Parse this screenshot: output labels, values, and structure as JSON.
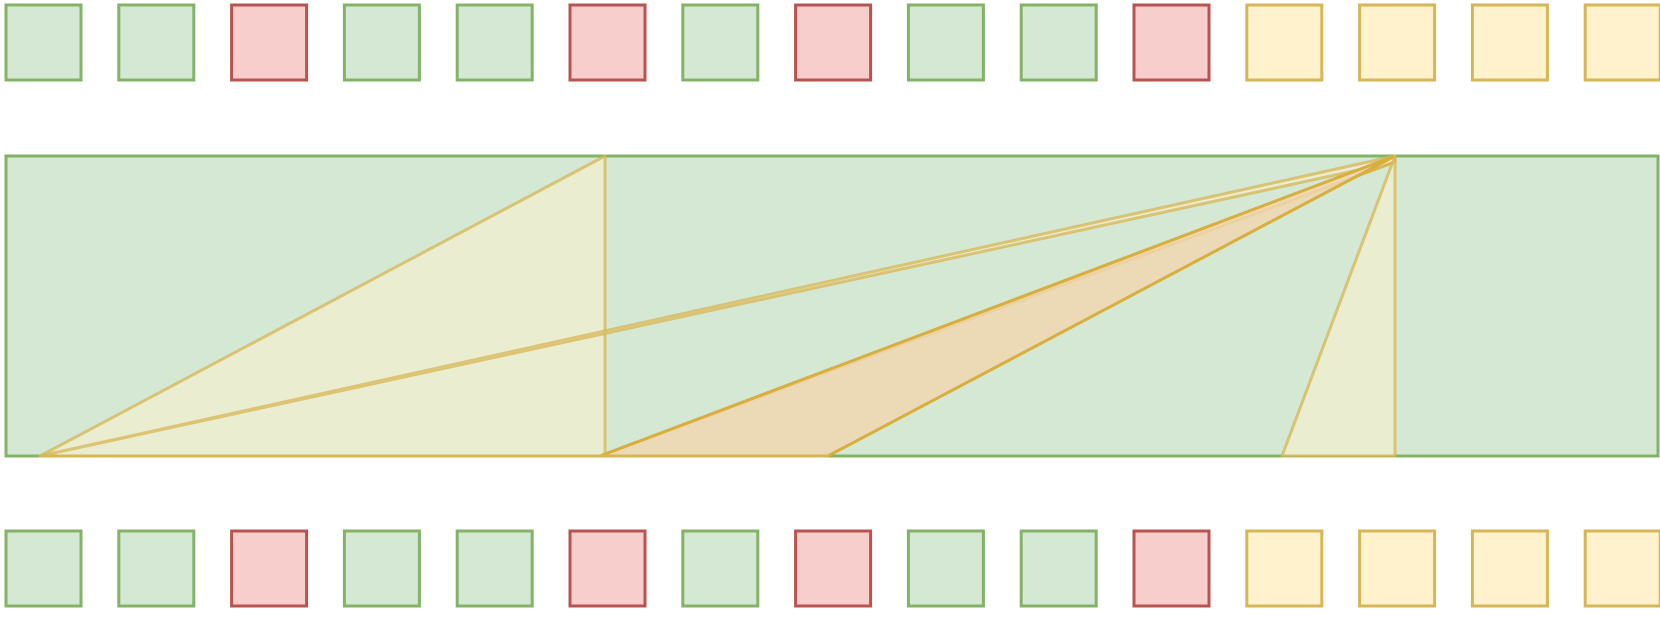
{
  "colors": {
    "green_fill": "#d5e8d4",
    "green_stroke": "#82b366",
    "red_fill": "#f8cecc",
    "red_stroke": "#b85450",
    "yellow_fill": "#fff2cc",
    "yellow_stroke": "#d6b656",
    "orange_fill": "#f0d6b0",
    "orange_stroke": "#d8ae3e"
  },
  "sequence": {
    "states": [
      "green",
      "green",
      "red",
      "green",
      "green",
      "red",
      "green",
      "red",
      "green",
      "green",
      "red",
      "yellow",
      "yellow",
      "yellow",
      "yellow"
    ]
  },
  "band": {
    "state": "green"
  },
  "overlays": [
    {
      "shape": "triangle",
      "color": "yellow",
      "emphasis": "light"
    },
    {
      "shape": "triangle",
      "color": "yellow",
      "emphasis": "light"
    },
    {
      "shape": "triangle",
      "color": "yellow",
      "emphasis": "medium"
    },
    {
      "shape": "triangle",
      "color": "orange",
      "emphasis": "strong"
    },
    {
      "shape": "triangle",
      "color": "yellow",
      "emphasis": "light"
    }
  ]
}
